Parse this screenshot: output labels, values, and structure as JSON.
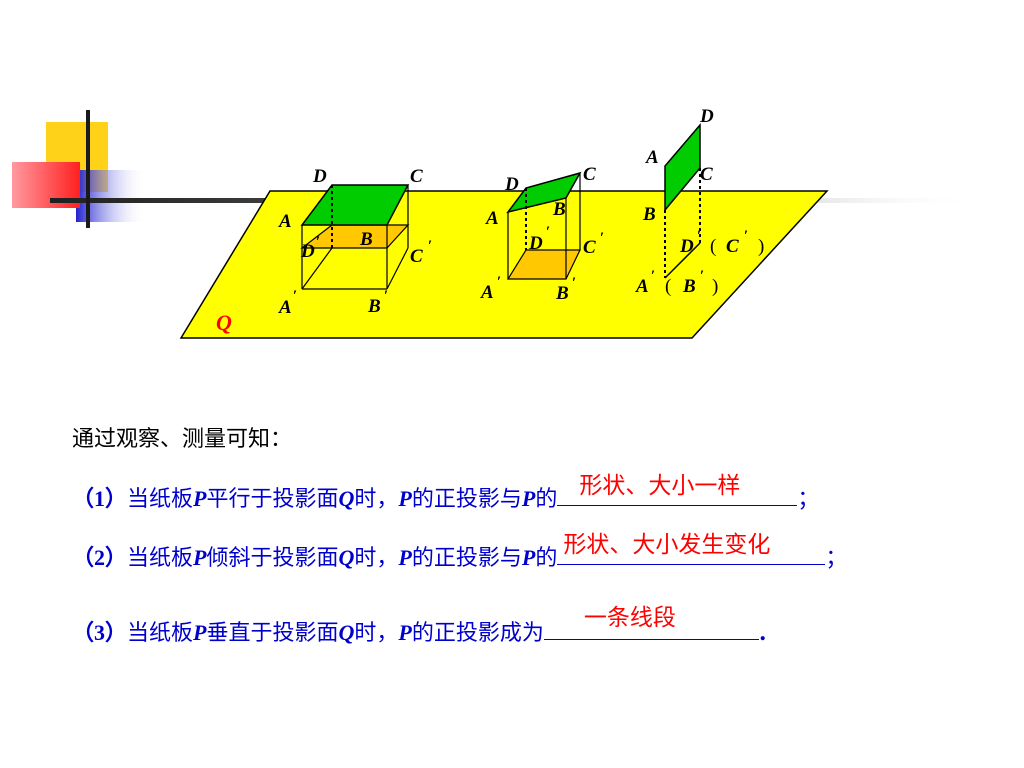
{
  "figure": {
    "plane_label": "Q",
    "colors": {
      "plane": "#ffff00",
      "board": "#00cc00",
      "projection": "#ffc800"
    },
    "labels": {
      "D": "D",
      "C": "C",
      "A": "A",
      "B": "B",
      "prime": "′",
      "open_paren": "（",
      "close_paren": "）",
      "paren_open_small": "(",
      "paren_close_small": ")"
    }
  },
  "text": {
    "intro": "通过观察、测量可知：",
    "lines": [
      {
        "num": "（1）",
        "p1": "当纸板",
        "P": "P",
        "p2": "平行于投影面",
        "Q": "Q",
        "p3": "时，",
        "P2": "P",
        "p4": "的正投影与",
        "P3": "P",
        "p5": "的",
        "answer": "形状、大小一样",
        "end": "；"
      },
      {
        "num": "（2）",
        "p1": "当纸板",
        "P": "P",
        "p2": "倾斜于投影面",
        "Q": "Q",
        "p3": "时，",
        "P2": "P",
        "p4": "的正投影与",
        "P3": "P",
        "p5": "的",
        "answer": "形状、大小发生变化",
        "end": "；"
      },
      {
        "num": "（3）",
        "p1": "当纸板",
        "P": "P",
        "p2": "垂直于投影面",
        "Q": "Q",
        "p3": "时，",
        "P2": "P",
        "p4": "的正投影成为",
        "P3": "",
        "p5": "",
        "answer": "一条线段",
        "end": "."
      }
    ]
  }
}
